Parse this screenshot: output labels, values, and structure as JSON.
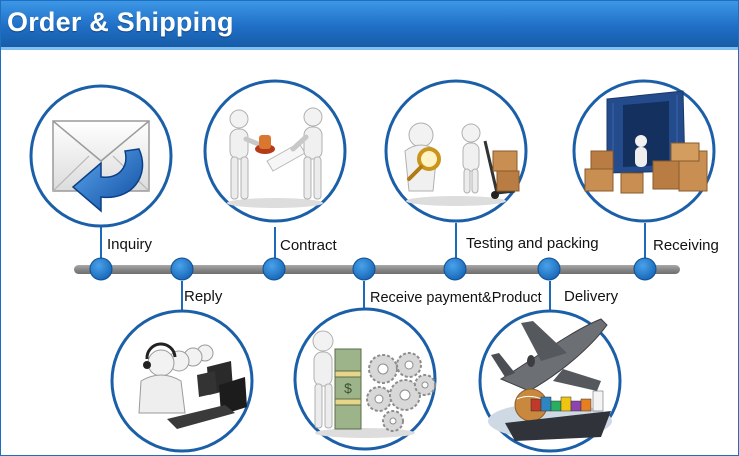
{
  "header": {
    "title": "Order & Shipping"
  },
  "steps": [
    {
      "label": "Inquiry",
      "icon": "envelope-arrow-icon"
    },
    {
      "label": "Reply",
      "icon": "call-center-icon"
    },
    {
      "label": "Contract",
      "icon": "handshake-stamp-icon"
    },
    {
      "label": "Receive payment&Product",
      "icon": "money-gears-icon"
    },
    {
      "label": "Testing and packing",
      "icon": "magnifier-cart-icon"
    },
    {
      "label": "Delivery",
      "icon": "plane-ship-icon"
    },
    {
      "label": "Receiving",
      "icon": "container-boxes-icon"
    }
  ],
  "colors": {
    "accent": "#1f6fc6",
    "node": "#1f7fd0",
    "timeline": "#8f8f8f",
    "ring": "#1b5fa8"
  }
}
